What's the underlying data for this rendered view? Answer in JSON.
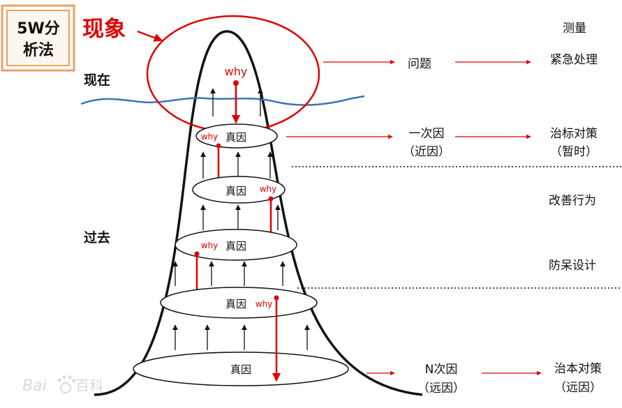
{
  "badge": {
    "line1": "5W分",
    "line2": "析法"
  },
  "phenomenon_label": "现象",
  "time": {
    "present": "现在",
    "past": "过去"
  },
  "measure_header": "测量",
  "why_label": "why",
  "cause_label": "真因",
  "right_column": {
    "problem": "问题",
    "emergency": "紧急处理",
    "primary_cause": "一次因",
    "primary_cause_note": "（近因）",
    "symptom_fix": "治标对策",
    "symptom_fix_note": "（暂时）",
    "improve": "改善行为",
    "foolproof": "防呆设计",
    "nth_cause": "N次因",
    "nth_cause_note": "（远因）",
    "root_fix": "治本对策",
    "root_fix_note": "（远因）"
  },
  "watermark": {
    "brand": "Bai",
    "brand_cn": "百科"
  },
  "colors": {
    "accent_red": "#e00000",
    "water_blue": "#3f74b4",
    "badge_orange": "#e9a163",
    "ink": "#111111"
  }
}
